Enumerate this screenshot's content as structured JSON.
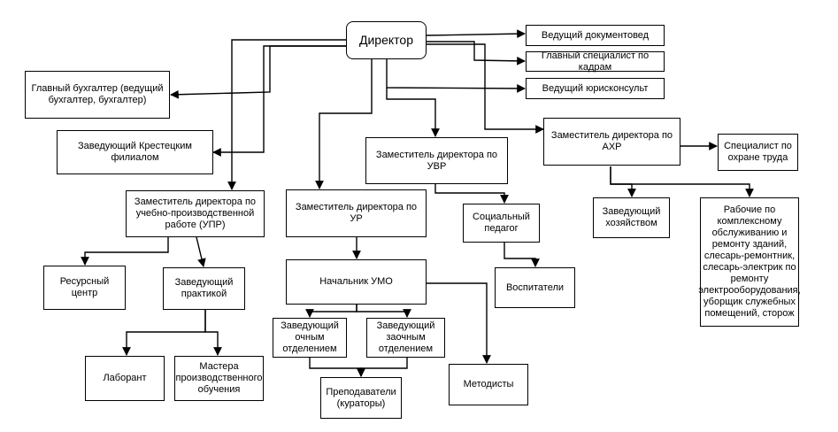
{
  "diagram": {
    "nodes": {
      "director": "Директор",
      "lead_docs": "Ведущий документовед",
      "chief_hr": "Главный специалист по кадрам",
      "lead_legal": "Ведущий юрисконсульт",
      "chief_accountant": "Главный бухгалтер (ведущий бухгалтер, бухгалтер)",
      "branch_head": "Заведующий Крестецким филиалом",
      "deputy_uvr": "Заместитель директора по УВР",
      "deputy_ahr": "Заместитель директора по АХР",
      "labor_safety": "Специалист по охране труда",
      "deputy_upr": "Заместитель директора по учебно-производственной работе (УПР)",
      "deputy_ur": "Заместитель директора по УР",
      "social_pedagogue": "Социальный педагог",
      "housekeeping_head": "Заведующий хозяйством",
      "workers": "Рабочие по комплексному обслуживанию и ремонту зданий, слесарь-ремонтник, слесарь-электрик по ремонту электрооборудования, уборщик служебных помещений, сторож",
      "resource_center": "Ресурсный центр",
      "practice_head": "Заведующий практикой",
      "umo_head": "Начальник УМО",
      "educators": "Воспитатели",
      "fulltime_head": "Заведующий очным отделением",
      "extramural_head": "Заведующий заочным отделением",
      "lab_assistant": "Лаборант",
      "masters": "Мастера производственного обучения",
      "methodists": "Методисты",
      "teachers": "Преподаватели (кураторы)"
    }
  }
}
